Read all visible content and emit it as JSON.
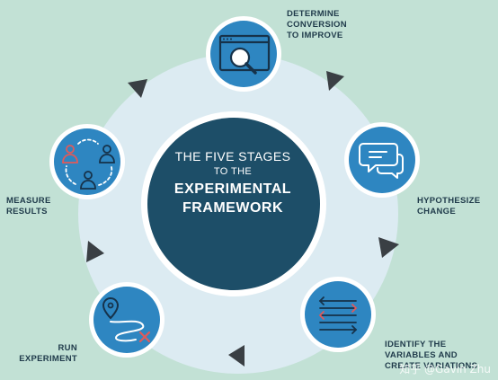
{
  "center": {
    "line1": "THE FIVE STAGES",
    "line2": "TO THE",
    "line3": "EXPERIMENTAL",
    "line4": "FRAMEWORK"
  },
  "stages": [
    {
      "line1": "DETERMINE",
      "line2": "CONVERSION",
      "line3": "TO IMPROVE",
      "icon": "magnifier-window-icon"
    },
    {
      "line1": "HYPOTHESIZE",
      "line2": "CHANGE",
      "icon": "speech-bubbles-icon"
    },
    {
      "line1": "IDENTIFY THE",
      "line2": "VARIABLES AND",
      "line3": "CREATE VARIATIONS",
      "icon": "variations-arrows-icon"
    },
    {
      "line1": "RUN",
      "line2": "EXPERIMENT",
      "icon": "route-map-icon"
    },
    {
      "line1": "MEASURE",
      "line2": "RESULTS",
      "icon": "users-cycle-icon"
    }
  ],
  "watermark": "知乎 @Gavin Zhu",
  "colors": {
    "background": "#c2e1d5",
    "ring": "#dcebf2",
    "center_circle": "#1d4e68",
    "stage_circle": "#2e86c1",
    "accent_red": "#e05a5a",
    "arrow": "#3a3f44"
  }
}
